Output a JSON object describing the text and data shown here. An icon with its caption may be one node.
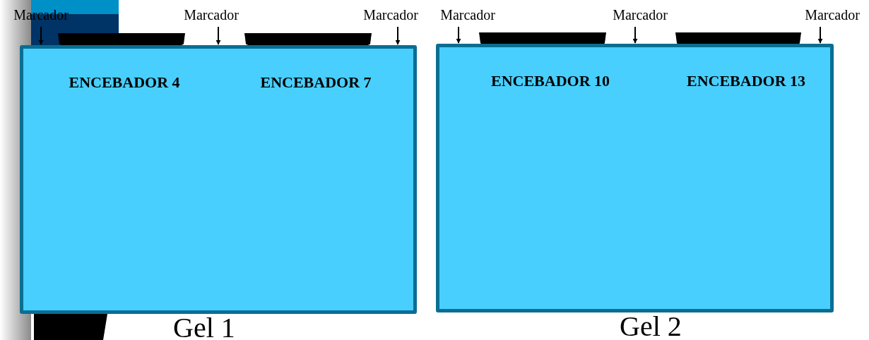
{
  "diagram": {
    "nodes": [
      {
        "text": [
          "Gel 1"
        ]
      },
      {
        "text": [
          "Gel 2"
        ]
      },
      {
        "text": [
          "Marcador"
        ]
      },
      {
        "text": [
          "Marcador"
        ]
      },
      {
        "text": [
          "Marcador"
        ]
      },
      {
        "text": [
          "Marcador"
        ]
      },
      {
        "text": [
          "Marcador"
        ]
      },
      {
        "text": [
          "Marcador"
        ]
      }
    ],
    "edges": [
      {
        "from": 2,
        "to": 0,
        "arrow": "to"
      },
      {
        "from": 3,
        "to": 0,
        "arrow": "to"
      },
      {
        "from": 4,
        "to": 0,
        "arrow": "to"
      },
      {
        "from": 5,
        "to": 1,
        "arrow": "to"
      },
      {
        "from": 6,
        "to": 1,
        "arrow": "to"
      },
      {
        "from": 7,
        "to": 1,
        "arrow": "to"
      }
    ],
    "labels": [
      "ENCEBADOR 4",
      "ENCEBADOR 7",
      "ENCEBADOR 10",
      "ENCEBADOR 13"
    ]
  }
}
